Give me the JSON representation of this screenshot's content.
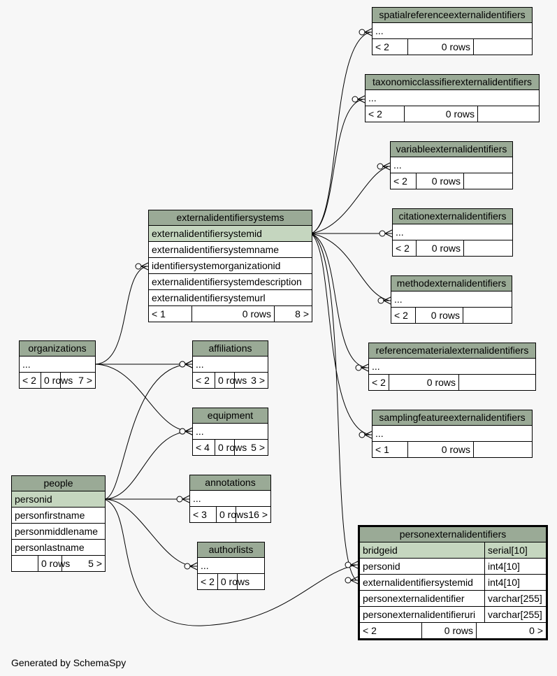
{
  "footer": "Generated by SchemaSpy",
  "tables": [
    {
      "id": "spatialreferenceexternalidentifiers",
      "title": "spatialreferenceexternalidentifiers",
      "rows": [
        {
          "name": "..."
        }
      ],
      "footer": [
        "< 2",
        "0 rows",
        ""
      ]
    },
    {
      "id": "taxonomicclassifierexternalidentifiers",
      "title": "taxonomicclassifierexternalidentifiers",
      "rows": [
        {
          "name": "..."
        }
      ],
      "footer": [
        "< 2",
        "0 rows",
        ""
      ]
    },
    {
      "id": "variableexternalidentifiers",
      "title": "variableexternalidentifiers",
      "rows": [
        {
          "name": "..."
        }
      ],
      "footer": [
        "< 2",
        "0 rows",
        ""
      ]
    },
    {
      "id": "citationexternalidentifiers",
      "title": "citationexternalidentifiers",
      "rows": [
        {
          "name": "..."
        }
      ],
      "footer": [
        "< 2",
        "0 rows",
        ""
      ]
    },
    {
      "id": "methodexternalidentifiers",
      "title": "methodexternalidentifiers",
      "rows": [
        {
          "name": "..."
        }
      ],
      "footer": [
        "< 2",
        "0 rows",
        ""
      ]
    },
    {
      "id": "referencematerialexternalidentifiers",
      "title": "referencematerialexternalidentifiers",
      "rows": [
        {
          "name": "..."
        }
      ],
      "footer": [
        "< 2",
        "0 rows",
        ""
      ]
    },
    {
      "id": "samplingfeatureexternalidentifiers",
      "title": "samplingfeatureexternalidentifiers",
      "rows": [
        {
          "name": "..."
        }
      ],
      "footer": [
        "< 1",
        "0 rows",
        ""
      ]
    },
    {
      "id": "externalidentifiersystems",
      "title": "externalidentifiersystems",
      "rows": [
        {
          "name": "externalidentifiersystemid",
          "pk": true
        },
        {
          "name": "externalidentifiersystemname"
        },
        {
          "name": "identifiersystemorganizationid"
        },
        {
          "name": "externalidentifiersystemdescription"
        },
        {
          "name": "externalidentifiersystemurl"
        }
      ],
      "footer": [
        "< 1",
        "0 rows",
        "8 >"
      ]
    },
    {
      "id": "organizations",
      "title": "organizations",
      "rows": [
        {
          "name": "..."
        }
      ],
      "footer": [
        "< 2",
        "0 rows",
        "7 >"
      ]
    },
    {
      "id": "affiliations",
      "title": "affiliations",
      "rows": [
        {
          "name": "..."
        }
      ],
      "footer": [
        "< 2",
        "0 rows",
        "3 >"
      ]
    },
    {
      "id": "equipment",
      "title": "equipment",
      "rows": [
        {
          "name": "..."
        }
      ],
      "footer": [
        "< 4",
        "0 rows",
        "5 >"
      ]
    },
    {
      "id": "annotations",
      "title": "annotations",
      "rows": [
        {
          "name": "..."
        }
      ],
      "footer": [
        "< 3",
        "0 rows",
        "16 >"
      ]
    },
    {
      "id": "authorlists",
      "title": "authorlists",
      "rows": [
        {
          "name": "..."
        }
      ],
      "footer": [
        "< 2",
        "0 rows",
        ""
      ]
    },
    {
      "id": "people",
      "title": "people",
      "rows": [
        {
          "name": "personid",
          "pk": true
        },
        {
          "name": "personfirstname"
        },
        {
          "name": "personmiddlename"
        },
        {
          "name": "personlastname"
        }
      ],
      "footer": [
        "",
        "0 rows",
        "5 >"
      ]
    },
    {
      "id": "personexternalidentifiers",
      "title": "personexternalidentifiers",
      "focus": true,
      "rows": [
        {
          "name": "bridgeid",
          "type": "serial[10]",
          "pk": true
        },
        {
          "name": "personid",
          "type": "int4[10]"
        },
        {
          "name": "externalidentifiersystemid",
          "type": "int4[10]"
        },
        {
          "name": "personexternalidentifier",
          "type": "varchar[255]"
        },
        {
          "name": "personexternalidentifieruri",
          "type": "varchar[255]"
        }
      ],
      "footer": [
        "< 2",
        "0 rows",
        "0 >"
      ]
    }
  ],
  "relationships": [
    {
      "from": "externalidentifiersystems.externalidentifiersystemid",
      "to": "spatialreferenceexternalidentifiers"
    },
    {
      "from": "externalidentifiersystems.externalidentifiersystemid",
      "to": "taxonomicclassifierexternalidentifiers"
    },
    {
      "from": "externalidentifiersystems.externalidentifiersystemid",
      "to": "variableexternalidentifiers"
    },
    {
      "from": "externalidentifiersystems.externalidentifiersystemid",
      "to": "citationexternalidentifiers"
    },
    {
      "from": "externalidentifiersystems.externalidentifiersystemid",
      "to": "methodexternalidentifiers"
    },
    {
      "from": "externalidentifiersystems.externalidentifiersystemid",
      "to": "referencematerialexternalidentifiers"
    },
    {
      "from": "externalidentifiersystems.externalidentifiersystemid",
      "to": "samplingfeatureexternalidentifiers"
    },
    {
      "from": "externalidentifiersystems.externalidentifiersystemid",
      "to": "personexternalidentifiers.externalidentifiersystemid"
    },
    {
      "from": "organizations",
      "to": "externalidentifiersystems.identifiersystemorganizationid"
    },
    {
      "from": "organizations",
      "to": "affiliations"
    },
    {
      "from": "organizations",
      "to": "equipment"
    },
    {
      "from": "people.personid",
      "to": "affiliations"
    },
    {
      "from": "people.personid",
      "to": "equipment"
    },
    {
      "from": "people.personid",
      "to": "annotations"
    },
    {
      "from": "people.personid",
      "to": "authorlists"
    },
    {
      "from": "people.personid",
      "to": "personexternalidentifiers.personid"
    }
  ]
}
